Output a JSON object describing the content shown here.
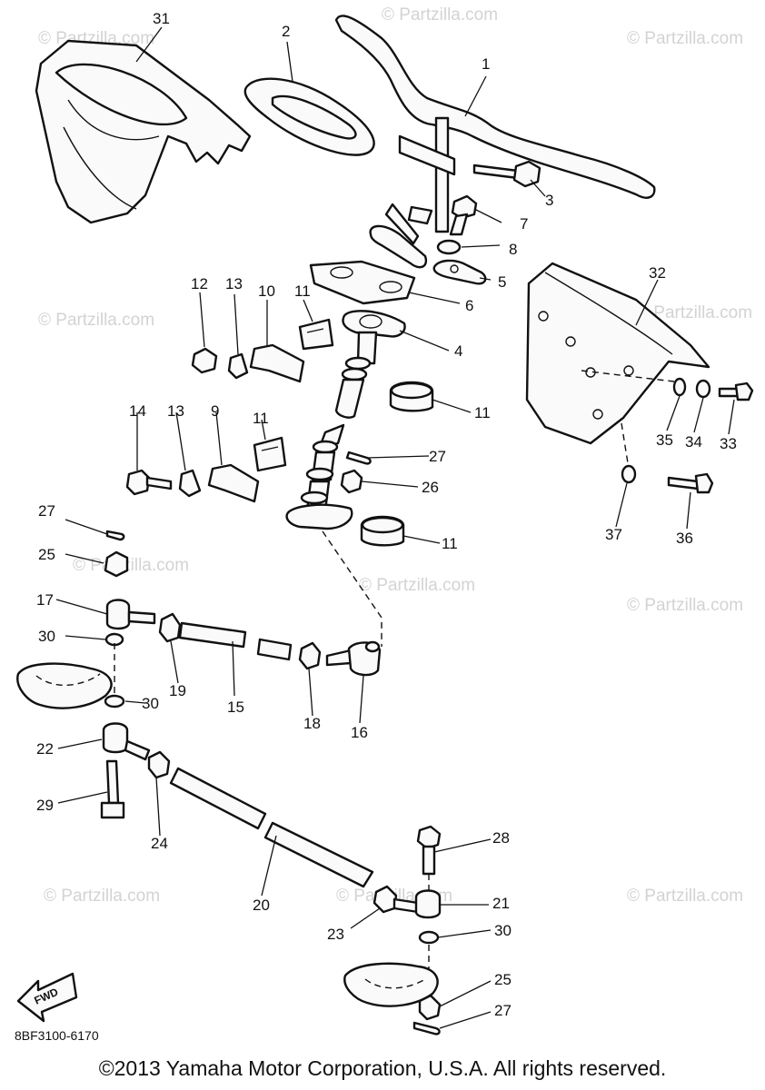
{
  "watermark": "© Partzilla.com",
  "fwd_label": "FWD",
  "drawing_code": "8BF3100-6170",
  "copyright": "©2013  Yamaha Motor Corporation, U.S.A. All rights reserved.",
  "callouts": [
    "1",
    "2",
    "3",
    "4",
    "5",
    "6",
    "7",
    "8",
    "9",
    "10",
    "11",
    "11",
    "11",
    "11",
    "12",
    "13",
    "13",
    "14",
    "15",
    "16",
    "17",
    "18",
    "19",
    "20",
    "21",
    "22",
    "23",
    "24",
    "25",
    "25",
    "26",
    "27",
    "27",
    "27",
    "28",
    "29",
    "30",
    "30",
    "30",
    "31",
    "32",
    "33",
    "34",
    "35",
    "36",
    "37"
  ]
}
